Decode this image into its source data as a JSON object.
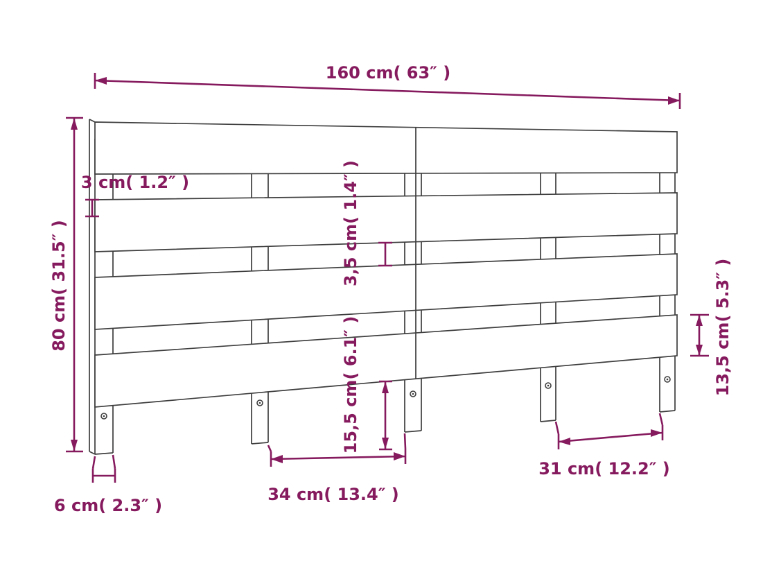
{
  "colors": {
    "dimension": "#861a5e",
    "drawing": "#3e3e3e",
    "background": "#ffffff"
  },
  "dimensions": {
    "overall_width": {
      "label": "160 cm( 63″ )"
    },
    "board_thickness": {
      "label": "3 cm( 1.2″ )"
    },
    "overall_height": {
      "label": "80 cm( 31.5″ )"
    },
    "slat_gap": {
      "label": "3,5 cm( 1.4″ )"
    },
    "leg_length": {
      "label": "15,5 cm( 6.1″ )"
    },
    "slat_height": {
      "label": "13,5 cm( 5.3″ )"
    },
    "leg_width": {
      "label": "6 cm( 2.3″ )"
    },
    "leg_gap_center": {
      "label": "34 cm( 13.4″ )"
    },
    "leg_gap_right": {
      "label": "31 cm( 12.2″ )"
    }
  }
}
